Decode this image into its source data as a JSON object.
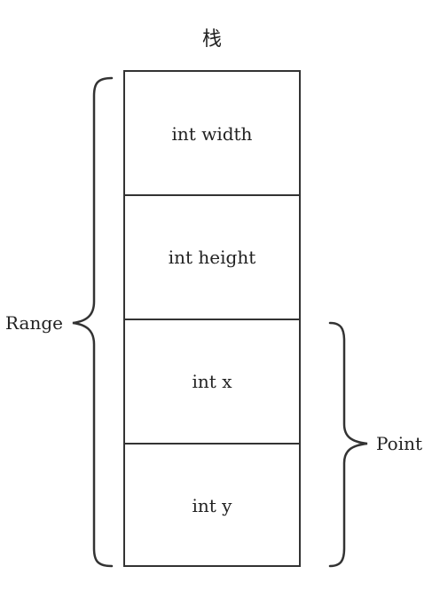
{
  "title": "栈",
  "cells": [
    {
      "label": "int width"
    },
    {
      "label": "int height"
    },
    {
      "label": "int x"
    },
    {
      "label": "int y"
    }
  ],
  "braces": {
    "left_label": "Range",
    "right_label": "Point"
  }
}
